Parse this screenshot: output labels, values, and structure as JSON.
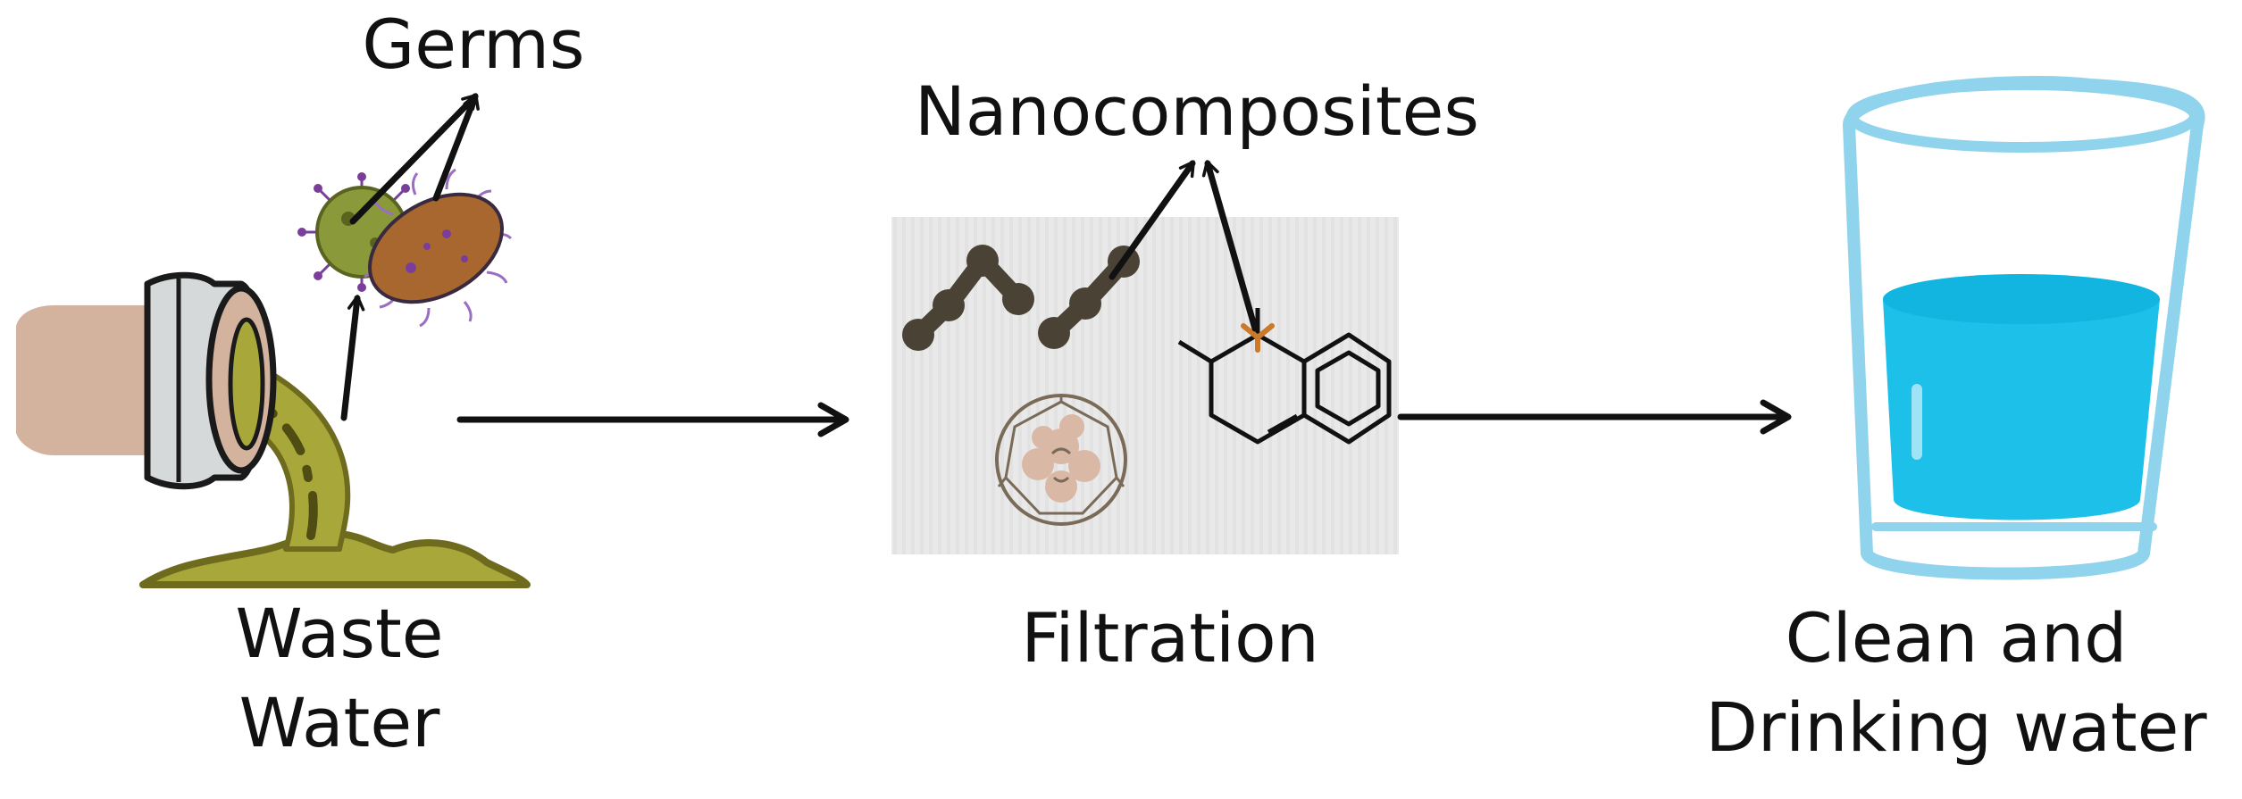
{
  "labels": {
    "germs": "Germs",
    "nanocomposites": "Nanocomposites",
    "waste_water": [
      "Waste",
      "Water"
    ],
    "filtration": "Filtration",
    "clean_water": [
      "Clean and",
      "Drinking water"
    ]
  },
  "colors": {
    "pipe_body": "#d4b39e",
    "pipe_ring": "#d5d9da",
    "waste_liquid": "#a8a83a",
    "waste_dark": "#6e6b1e",
    "germ_virus": "#8a9a3a",
    "germ_bacteria": "#a8672e",
    "germ_spikes": "#9a6ec2",
    "filter_panel": "#e7e7e7",
    "nano_dots": "#4a4235",
    "cage": "#7a6a58",
    "cage_fill": "#d9b9a6",
    "molecule_orange": "#c97a2a",
    "glass_outline": "#8fd3ec",
    "water": "#1cc0e8",
    "water_top": "#12b4e0",
    "arrow": "#111111"
  },
  "icons": {
    "waste": "waste-water-pipe-icon",
    "germs": [
      "virus-icon",
      "bacteria-icon"
    ],
    "filter": "nanocomposite-filter-icon",
    "glass": "water-glass-icon"
  }
}
